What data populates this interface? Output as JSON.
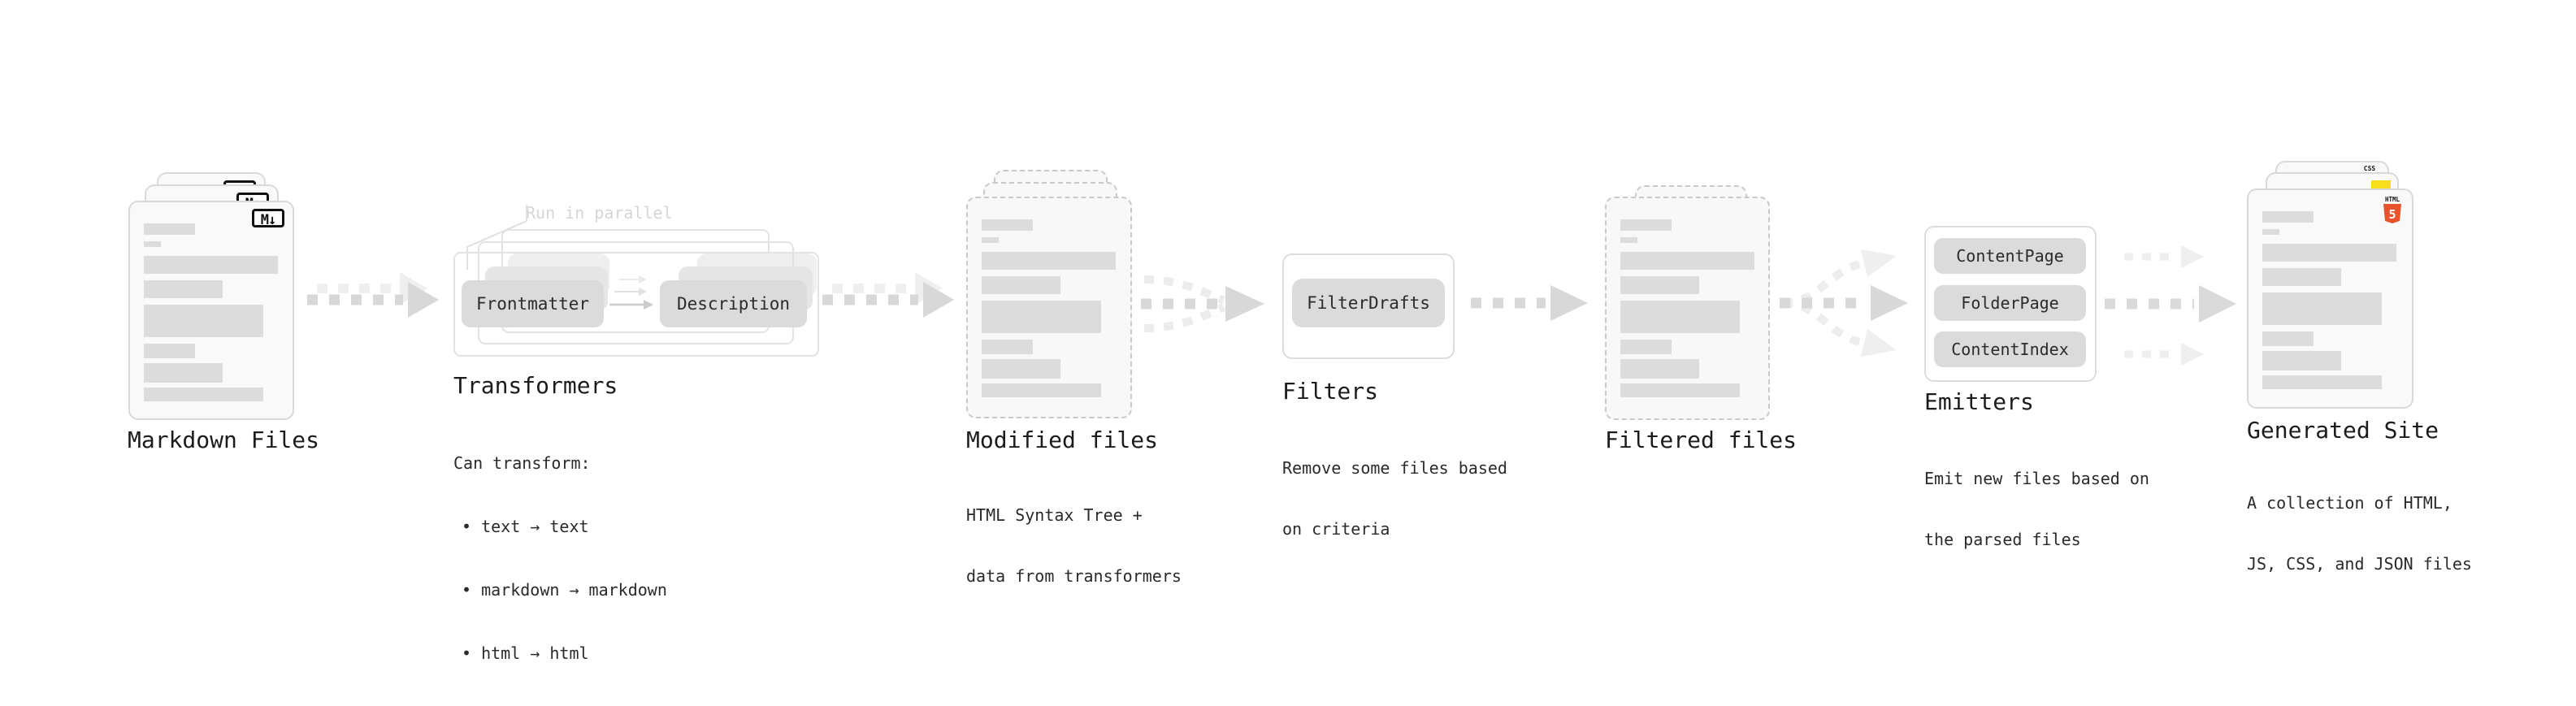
{
  "stages": {
    "markdown": {
      "label": "Markdown Files"
    },
    "transformers": {
      "label": "Transformers",
      "note": "Run in parallel",
      "input_pill": "Frontmatter",
      "output_pill": "Description",
      "desc_title": "Can transform:",
      "bullets": [
        "• text → text",
        "• markdown → markdown",
        "• html → html"
      ]
    },
    "modified": {
      "label": "Modified files",
      "desc": [
        "HTML Syntax Tree +",
        "data from transformers"
      ]
    },
    "filters": {
      "label": "Filters",
      "pill": "FilterDrafts",
      "desc": [
        "Remove some files based",
        "on criteria"
      ]
    },
    "filtered": {
      "label": "Filtered files"
    },
    "emitters": {
      "label": "Emitters",
      "pills": [
        "ContentPage",
        "FolderPage",
        "ContentIndex"
      ],
      "desc": [
        "Emit new files based on",
        "the parsed files"
      ]
    },
    "generated": {
      "label": "Generated Site",
      "desc": [
        "A collection of HTML,",
        "JS, CSS, and JSON files"
      ]
    }
  },
  "badges": {
    "markdown": "M↓",
    "html": "HTML",
    "html_number": "5",
    "css": "CSS"
  },
  "colors": {
    "html5_orange": "#e8532c",
    "js_yellow": "#f7df1e",
    "css_blue": "#2b63f0",
    "placeholder_gray": "#dcdcdc",
    "arrow_gray": "#d8d8d8",
    "arrow_light_gray": "#efefef"
  }
}
